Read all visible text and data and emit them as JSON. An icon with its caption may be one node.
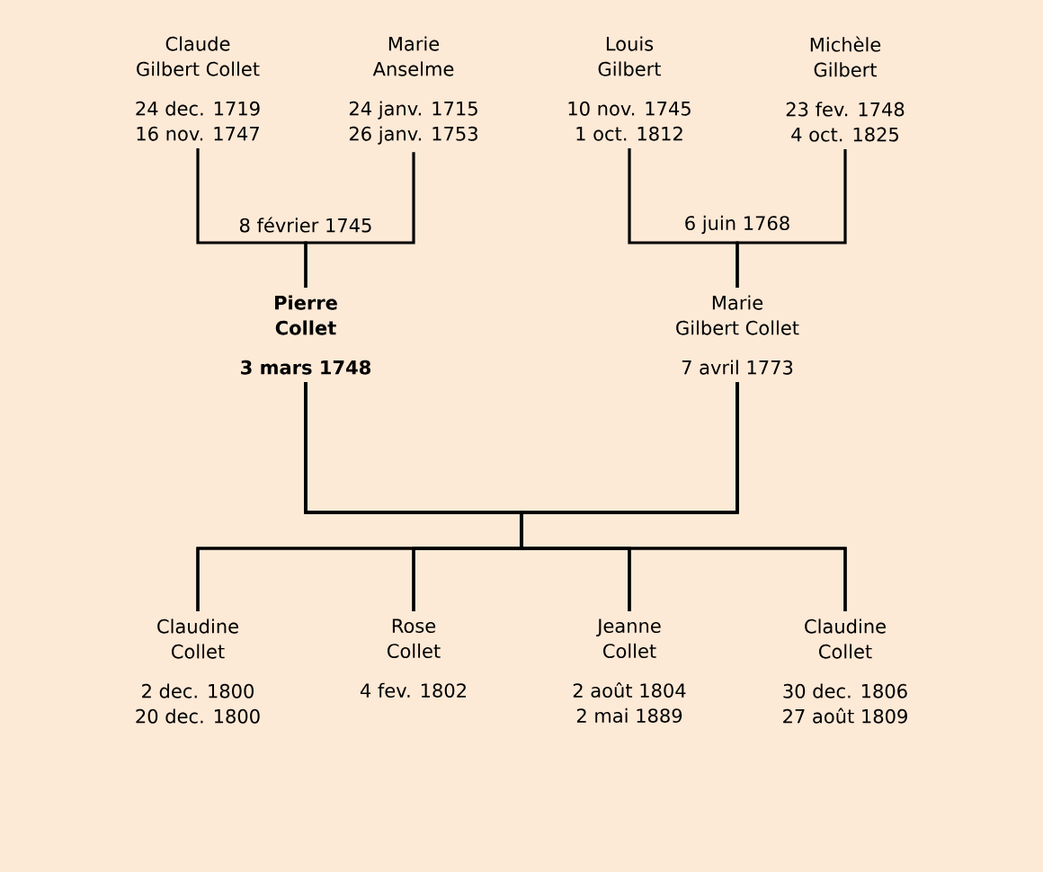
{
  "diagram": {
    "nodes": [
      {
        "text": [
          "Claude",
          "Gilbert Collet",
          "24 dec. 1719",
          "16 nov. 1747"
        ]
      },
      {
        "text": [
          "Marie",
          "Anselme",
          "24 janv. 1715",
          "26 janv. 1753"
        ]
      },
      {
        "text": [
          "Louis",
          "Gilbert",
          "10 nov. 1745",
          "1 oct. 1812"
        ]
      },
      {
        "text": [
          "Michèle",
          "Gilbert",
          "23 fev. 1748",
          "4 oct. 1825"
        ]
      },
      {
        "text": [
          "Pierre",
          "Collet",
          "3 mars 1748"
        ]
      },
      {
        "text": [
          "Marie",
          "Gilbert Collet",
          "7 avril 1773"
        ]
      },
      {
        "text": [
          "Claudine",
          "Collet",
          "2 dec. 1800",
          "20 dec. 1800"
        ]
      },
      {
        "text": [
          "Rose",
          "Collet",
          "4 fev. 1802"
        ]
      },
      {
        "text": [
          "Jeanne",
          "Collet",
          "2 août 1804",
          "2 mai 1889"
        ]
      },
      {
        "text": [
          "Claudine",
          "Collet",
          "30 dec. 1806",
          "27 août 1809"
        ]
      }
    ],
    "edges": [
      {
        "from": 0,
        "to": 4,
        "arrow": "none",
        "label": "8 février 1745"
      },
      {
        "from": 1,
        "to": 4,
        "arrow": "none"
      },
      {
        "from": 2,
        "to": 5,
        "arrow": "none",
        "label": "6 juin 1768"
      },
      {
        "from": 3,
        "to": 5,
        "arrow": "none"
      },
      {
        "from": 4,
        "to": 6,
        "arrow": "none"
      },
      {
        "from": 4,
        "to": 7,
        "arrow": "none"
      },
      {
        "from": 4,
        "to": 8,
        "arrow": "none"
      },
      {
        "from": 4,
        "to": 9,
        "arrow": "none"
      },
      {
        "from": 5,
        "to": 6,
        "arrow": "none"
      },
      {
        "from": 5,
        "to": 7,
        "arrow": "none"
      },
      {
        "from": 5,
        "to": 8,
        "arrow": "none"
      },
      {
        "from": 5,
        "to": 9,
        "arrow": "none"
      }
    ]
  }
}
